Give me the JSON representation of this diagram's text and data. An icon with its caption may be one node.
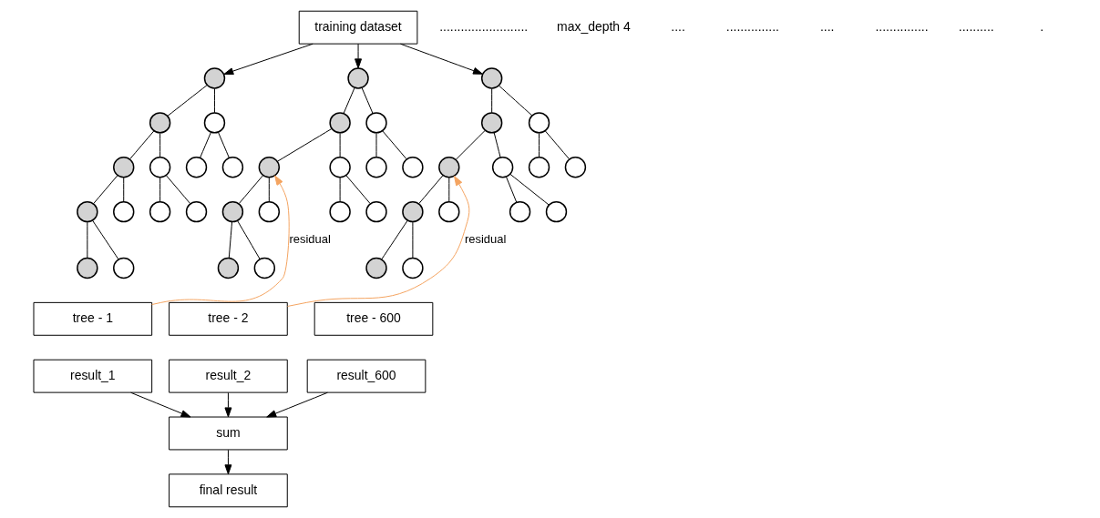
{
  "diagram": {
    "nodes": [
      {
        "text": [
          "training dataset"
        ]
      },
      {
        "text": [],
        "shape": "circle"
      },
      {
        "text": [],
        "shape": "circle"
      },
      {
        "text": [],
        "shape": "circle"
      },
      {
        "text": [],
        "shape": "circle"
      },
      {
        "text": [],
        "shape": "circle"
      },
      {
        "text": [],
        "shape": "circle"
      },
      {
        "text": [],
        "shape": "circle"
      },
      {
        "text": [],
        "shape": "circle"
      },
      {
        "text": [],
        "shape": "circle"
      },
      {
        "text": [],
        "shape": "circle"
      },
      {
        "text": [],
        "shape": "circle"
      },
      {
        "text": [],
        "shape": "circle"
      },
      {
        "text": [],
        "shape": "circle"
      },
      {
        "text": [],
        "shape": "circle"
      },
      {
        "text": [],
        "shape": "circle"
      },
      {
        "text": [],
        "shape": "circle"
      },
      {
        "text": [],
        "shape": "circle"
      },
      {
        "text": [],
        "shape": "circle"
      },
      {
        "text": [],
        "shape": "circle"
      },
      {
        "text": [],
        "shape": "circle"
      },
      {
        "text": [],
        "shape": "circle"
      },
      {
        "text": [],
        "shape": "circle"
      },
      {
        "text": [],
        "shape": "circle"
      },
      {
        "text": [],
        "shape": "circle"
      },
      {
        "text": [],
        "shape": "circle"
      },
      {
        "text": [],
        "shape": "circle"
      },
      {
        "text": [],
        "shape": "circle"
      },
      {
        "text": [],
        "shape": "circle"
      },
      {
        "text": [],
        "shape": "circle"
      },
      {
        "text": [],
        "shape": "circle"
      },
      {
        "text": [],
        "shape": "circle"
      },
      {
        "text": [],
        "shape": "circle"
      },
      {
        "text": [],
        "shape": "circle"
      },
      {
        "text": [],
        "shape": "circle"
      },
      {
        "text": [],
        "shape": "circle"
      },
      {
        "text": [],
        "shape": "circle"
      },
      {
        "text": [],
        "shape": "circle"
      },
      {
        "text": [],
        "shape": "circle"
      },
      {
        "text": [],
        "shape": "circle"
      },
      {
        "text": [
          "tree - 1"
        ]
      },
      {
        "text": [
          "tree - 2"
        ]
      },
      {
        "text": [
          "tree - 600"
        ]
      },
      {
        "text": [
          "result_1"
        ]
      },
      {
        "text": [
          "result_2"
        ]
      },
      {
        "text": [
          "result_600"
        ]
      },
      {
        "text": [
          "sum"
        ]
      },
      {
        "text": [
          "final result"
        ]
      }
    ],
    "edges": [
      {
        "from": 0,
        "to": 1,
        "arrow": "to"
      },
      {
        "from": 0,
        "to": 14,
        "arrow": "to"
      },
      {
        "from": 0,
        "to": 27,
        "arrow": "to"
      },
      {
        "from": 1,
        "to": 2,
        "arrow": "none"
      },
      {
        "from": 1,
        "to": 3,
        "arrow": "none"
      },
      {
        "from": 2,
        "to": 4,
        "arrow": "none"
      },
      {
        "from": 2,
        "to": 5,
        "arrow": "none"
      },
      {
        "from": 3,
        "to": 6,
        "arrow": "none"
      },
      {
        "from": 3,
        "to": 7,
        "arrow": "none"
      },
      {
        "from": 4,
        "to": 8,
        "arrow": "none"
      },
      {
        "from": 4,
        "to": 9,
        "arrow": "none"
      },
      {
        "from": 5,
        "to": 10,
        "arrow": "none"
      },
      {
        "from": 5,
        "to": 11,
        "arrow": "none"
      },
      {
        "from": 8,
        "to": 12,
        "arrow": "none"
      },
      {
        "from": 8,
        "to": 13,
        "arrow": "none"
      },
      {
        "from": 14,
        "to": 15,
        "arrow": "none"
      },
      {
        "from": 14,
        "to": 16,
        "arrow": "none"
      },
      {
        "from": 15,
        "to": 17,
        "arrow": "none"
      },
      {
        "from": 15,
        "to": 18,
        "arrow": "none"
      },
      {
        "from": 16,
        "to": 19,
        "arrow": "none"
      },
      {
        "from": 16,
        "to": 20,
        "arrow": "none"
      },
      {
        "from": 17,
        "to": 21,
        "arrow": "none"
      },
      {
        "from": 17,
        "to": 22,
        "arrow": "none"
      },
      {
        "from": 18,
        "to": 23,
        "arrow": "none"
      },
      {
        "from": 18,
        "to": 24,
        "arrow": "none"
      },
      {
        "from": 21,
        "to": 25,
        "arrow": "none"
      },
      {
        "from": 21,
        "to": 26,
        "arrow": "none"
      },
      {
        "from": 27,
        "to": 28,
        "arrow": "none"
      },
      {
        "from": 27,
        "to": 29,
        "arrow": "none"
      },
      {
        "from": 28,
        "to": 30,
        "arrow": "none"
      },
      {
        "from": 28,
        "to": 31,
        "arrow": "none"
      },
      {
        "from": 29,
        "to": 32,
        "arrow": "none"
      },
      {
        "from": 29,
        "to": 33,
        "arrow": "none"
      },
      {
        "from": 30,
        "to": 34,
        "arrow": "none"
      },
      {
        "from": 30,
        "to": 35,
        "arrow": "none"
      },
      {
        "from": 31,
        "to": 36,
        "arrow": "none"
      },
      {
        "from": 31,
        "to": 37,
        "arrow": "none"
      },
      {
        "from": 34,
        "to": 38,
        "arrow": "none"
      },
      {
        "from": 34,
        "to": 39,
        "arrow": "none"
      },
      {
        "from": 40,
        "to": 17,
        "arrow": "to",
        "label": "residual",
        "color": "#f4a460"
      },
      {
        "from": 41,
        "to": 30,
        "arrow": "to",
        "label": "residual",
        "color": "#f4a460"
      },
      {
        "from": 43,
        "to": 46,
        "arrow": "to"
      },
      {
        "from": 44,
        "to": 46,
        "arrow": "to"
      },
      {
        "from": 45,
        "to": 46,
        "arrow": "to"
      },
      {
        "from": 46,
        "to": 47,
        "arrow": "to"
      }
    ],
    "labels": [
      ".........................",
      "max_depth 4",
      "....",
      "...............",
      "....",
      "...............",
      "..........",
      "."
    ]
  }
}
